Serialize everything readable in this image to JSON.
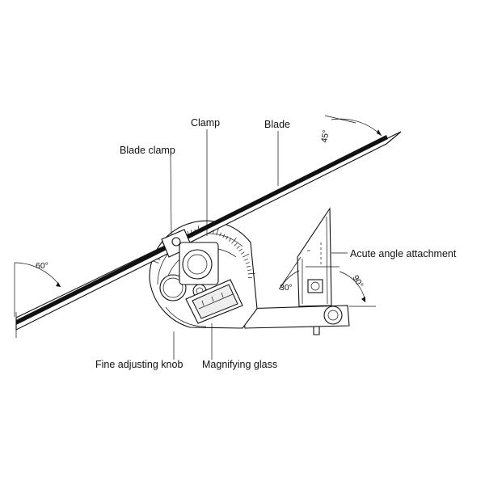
{
  "labels": {
    "clamp": "Clamp",
    "blade": "Blade",
    "blade_clamp": "Blade clamp",
    "acute_angle_attachment": "Acute angle attachment",
    "fine_adjusting_knob": "Fine adjusting knob",
    "magnifying_glass": "Magnifying glass"
  },
  "angles": {
    "a60": "60°",
    "a45": "45°",
    "a30": "30°",
    "a90": "90°"
  },
  "colors": {
    "line": "#111111",
    "background": "#ffffff"
  }
}
